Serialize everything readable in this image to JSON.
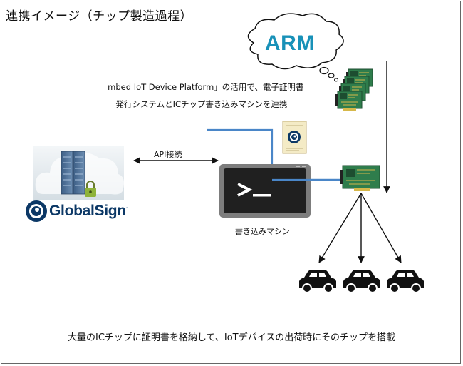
{
  "title": "連携イメージ（チップ製造過程）",
  "arm": {
    "logo_text": "ARM"
  },
  "description": {
    "line1": "「mbed IoT Device Platform」の活用で、電子証明書",
    "line2": "発行システムとICチップ書き込みマシンを連携"
  },
  "api": {
    "label": "API接続"
  },
  "globalsign": {
    "brand": "GlobalSign",
    "tm": "."
  },
  "machine": {
    "label": "書き込みマシン",
    "prompt": ">_"
  },
  "footer": {
    "text": "大量のICチップに証明書を格納して、IoTデバイスの出荷時にそのチップを搭載"
  },
  "colors": {
    "blue_line": "#4a86c8",
    "arm_blue": "#1891b8",
    "globalsign_navy": "#0c3866",
    "chip_green": "#2f7d4c"
  },
  "icons": [
    "cloud-server-icon",
    "lock-icon",
    "globalsign-eye-icon",
    "thought-cloud-icon",
    "chip-board-icon",
    "certificate-icon",
    "terminal-icon",
    "car-icon"
  ]
}
